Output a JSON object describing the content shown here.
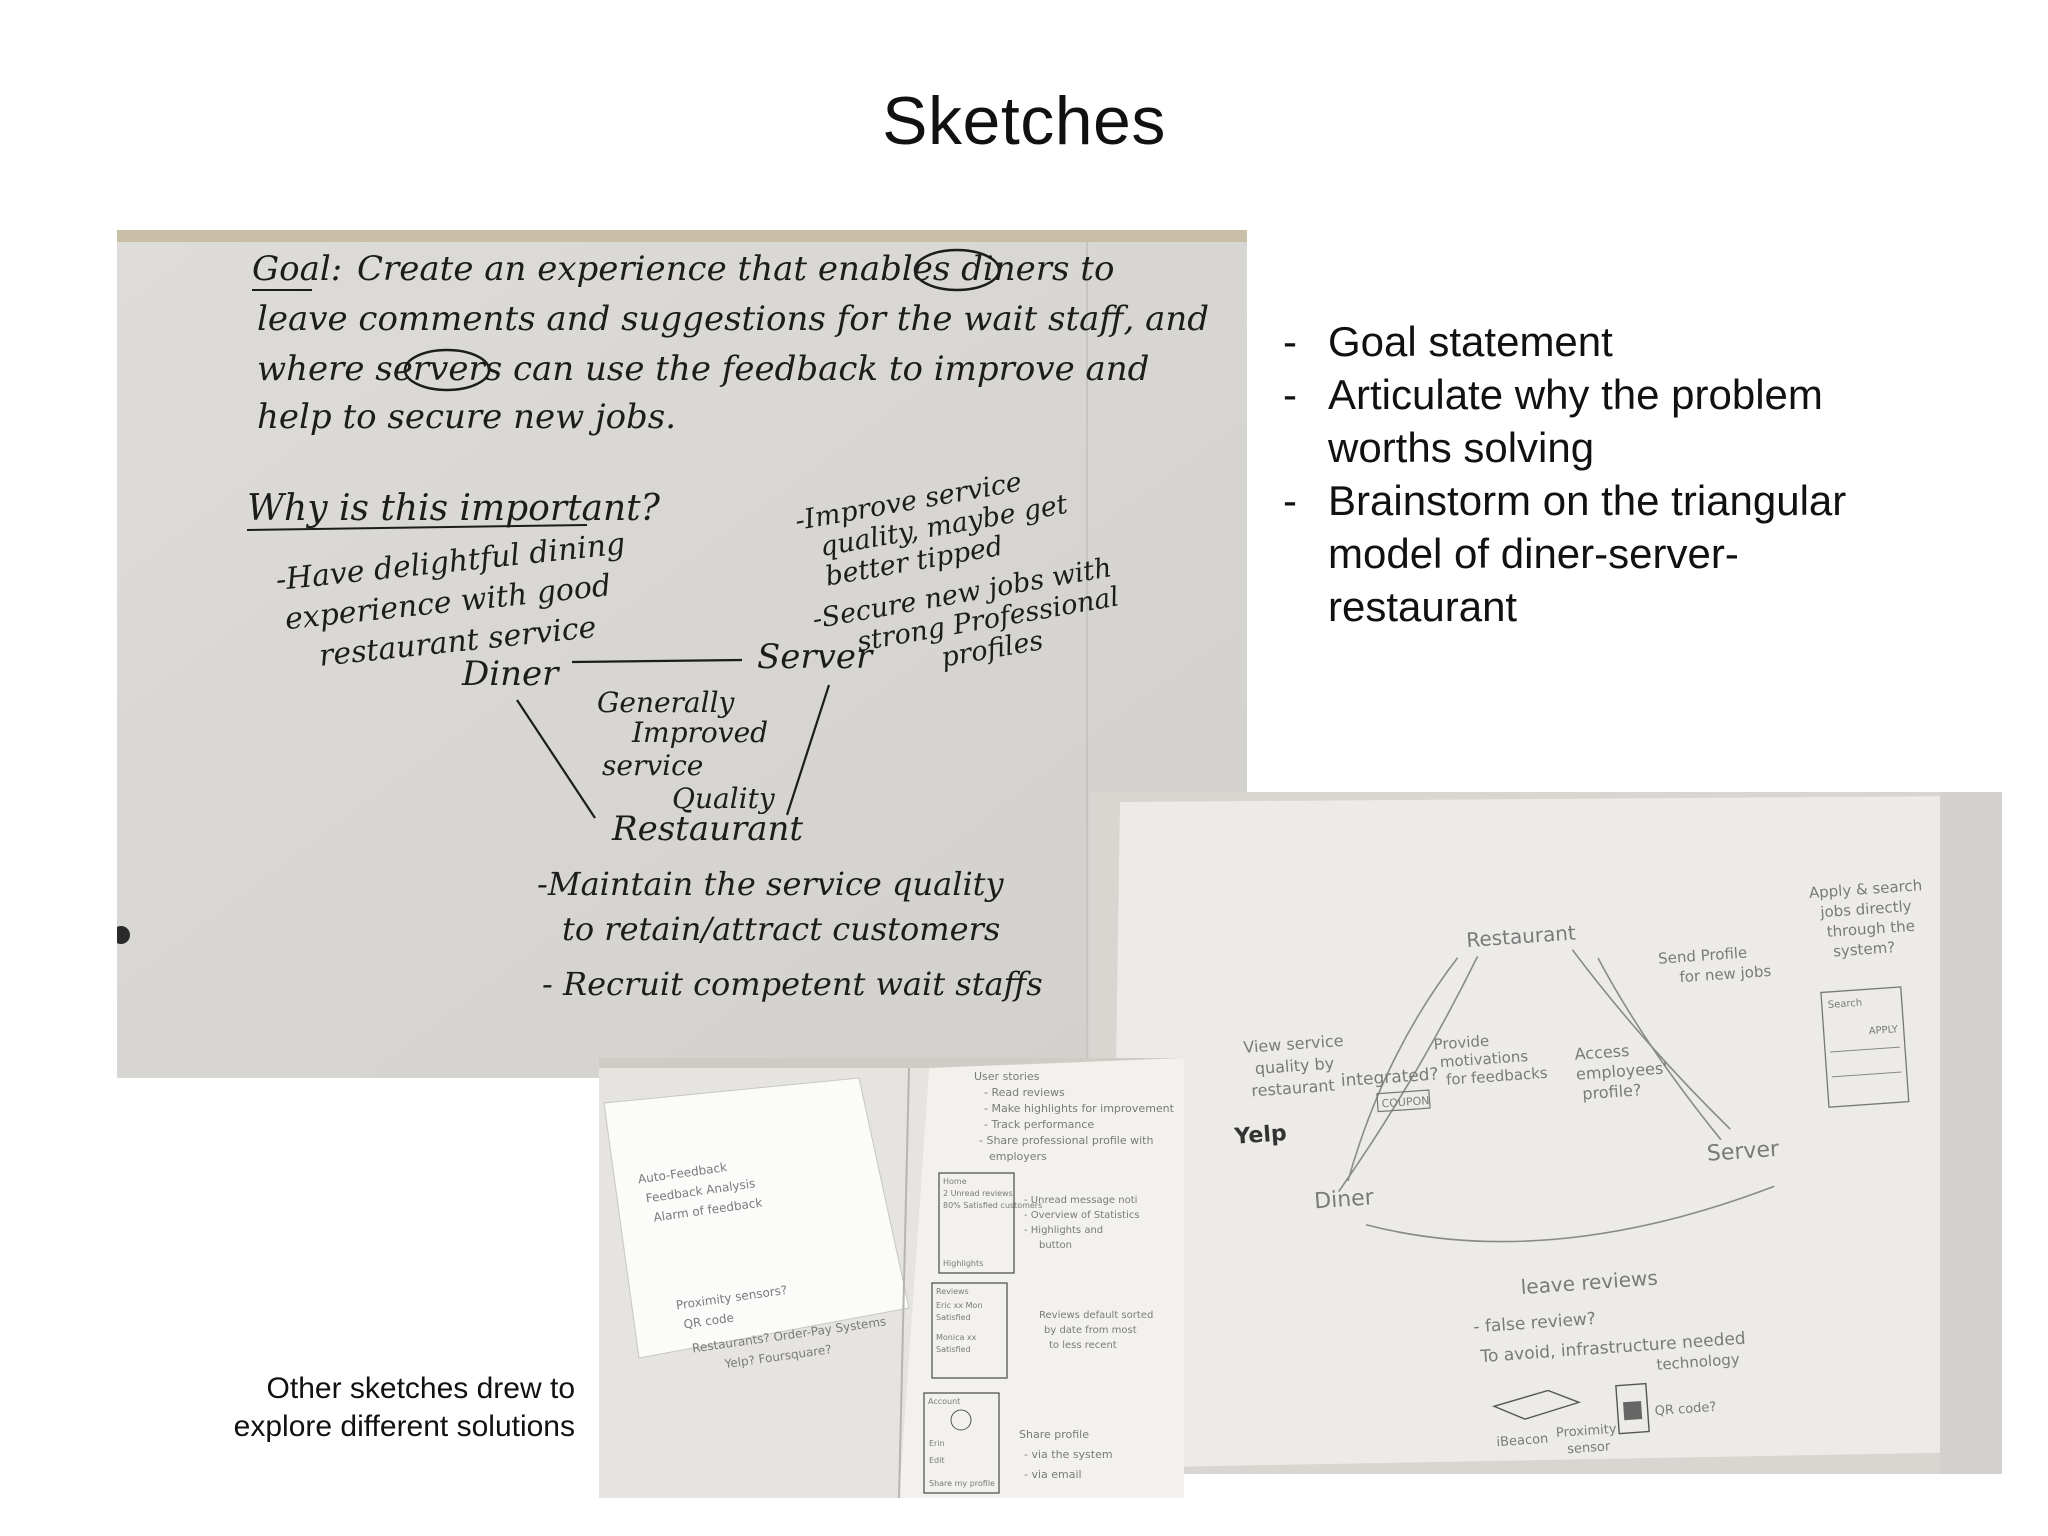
{
  "slide": {
    "title": "Sketches",
    "bullets": [
      "Goal statement",
      "Articulate why the problem worths solving",
      "Brainstorm on the triangular model of diner-server-restaurant"
    ],
    "caption": "Other sketches drew to explore different solutions"
  },
  "sketch_main": {
    "goal_label": "Goal:",
    "goal_lines": [
      "Create an experience that enables diners to",
      "leave comments and suggestions for the wait staff, and",
      "where servers can use the feedback to improve and",
      "help to secure new jobs."
    ],
    "why_heading": "Why is this important?",
    "diner_notes": [
      "-Have delightful dining",
      "experience with good",
      "restaurant service"
    ],
    "server_notes": [
      "-Improve service",
      "quality, maybe get",
      "better tipped",
      "-Secure new jobs with",
      "strong Professional",
      "profiles"
    ],
    "node_diner": "Diner",
    "node_server": "Server",
    "node_restaurant": "Restaurant",
    "center_lines": [
      "Generally",
      "Improved",
      "service",
      "Quality"
    ],
    "restaurant_notes": [
      "-Maintain the service quality",
      "to retain/attract customers",
      "- Recruit competent wait staffs"
    ]
  },
  "sketch_right": {
    "node_restaurant": "Restaurant",
    "node_diner": "Diner",
    "node_server": "Server",
    "view_quality": [
      "View service",
      "quality by",
      "restaurant"
    ],
    "yelp": "Yelp",
    "integrated": "integrated?",
    "provide": [
      "Provide",
      "motivations",
      "for",
      "feedbacks"
    ],
    "coupon": "COUPON",
    "access": [
      "Access",
      "employees'",
      "profile?"
    ],
    "send_profile": [
      "Send Profile",
      "for new jobs"
    ],
    "apply": [
      "Apply & search",
      "jobs directly",
      "through the",
      "system?"
    ],
    "mock_search": "Search",
    "mock_apply": "APPLY",
    "leave_reviews": "leave reviews",
    "false_review": "- false review?",
    "avoid": "To avoid, infrastructure needed",
    "technology": "technology",
    "ibeacon": "iBeacon",
    "proximity": [
      "Proximity",
      "sensor"
    ],
    "qrcode": "QR code?"
  },
  "sketch_notebook": {
    "left_page": [
      "Auto-Feedback",
      "Feedback Analysis",
      "Alarm of feedback",
      "Proximity sensors?",
      "QR code",
      "Restaurants? Order-Pay Systems",
      "Yelp? Foursquare?"
    ],
    "user_stories": [
      "User stories",
      "- Read reviews",
      "- Make highlights for improvement",
      "- Track performance",
      "- Share professional profile with",
      "employers"
    ],
    "home_box": [
      "Home",
      "2 Unread reviews",
      "80% Satisfied customers",
      "Highlights"
    ],
    "home_notes": [
      "- Unread message noti",
      "- Overview of Statistics",
      "- Highlights and",
      "button"
    ],
    "reviews_box": [
      "Reviews",
      "Eric xx Mon",
      "Satisfied",
      "Monica xx",
      "Satisfied"
    ],
    "reviews_notes": [
      "Reviews default sorted",
      "by date from most",
      "to less recent"
    ],
    "account_box": [
      "Account",
      "Erin",
      "Edit",
      "Share my profile"
    ],
    "share_notes": [
      "Share profile",
      "- via the system",
      "- via email"
    ]
  }
}
